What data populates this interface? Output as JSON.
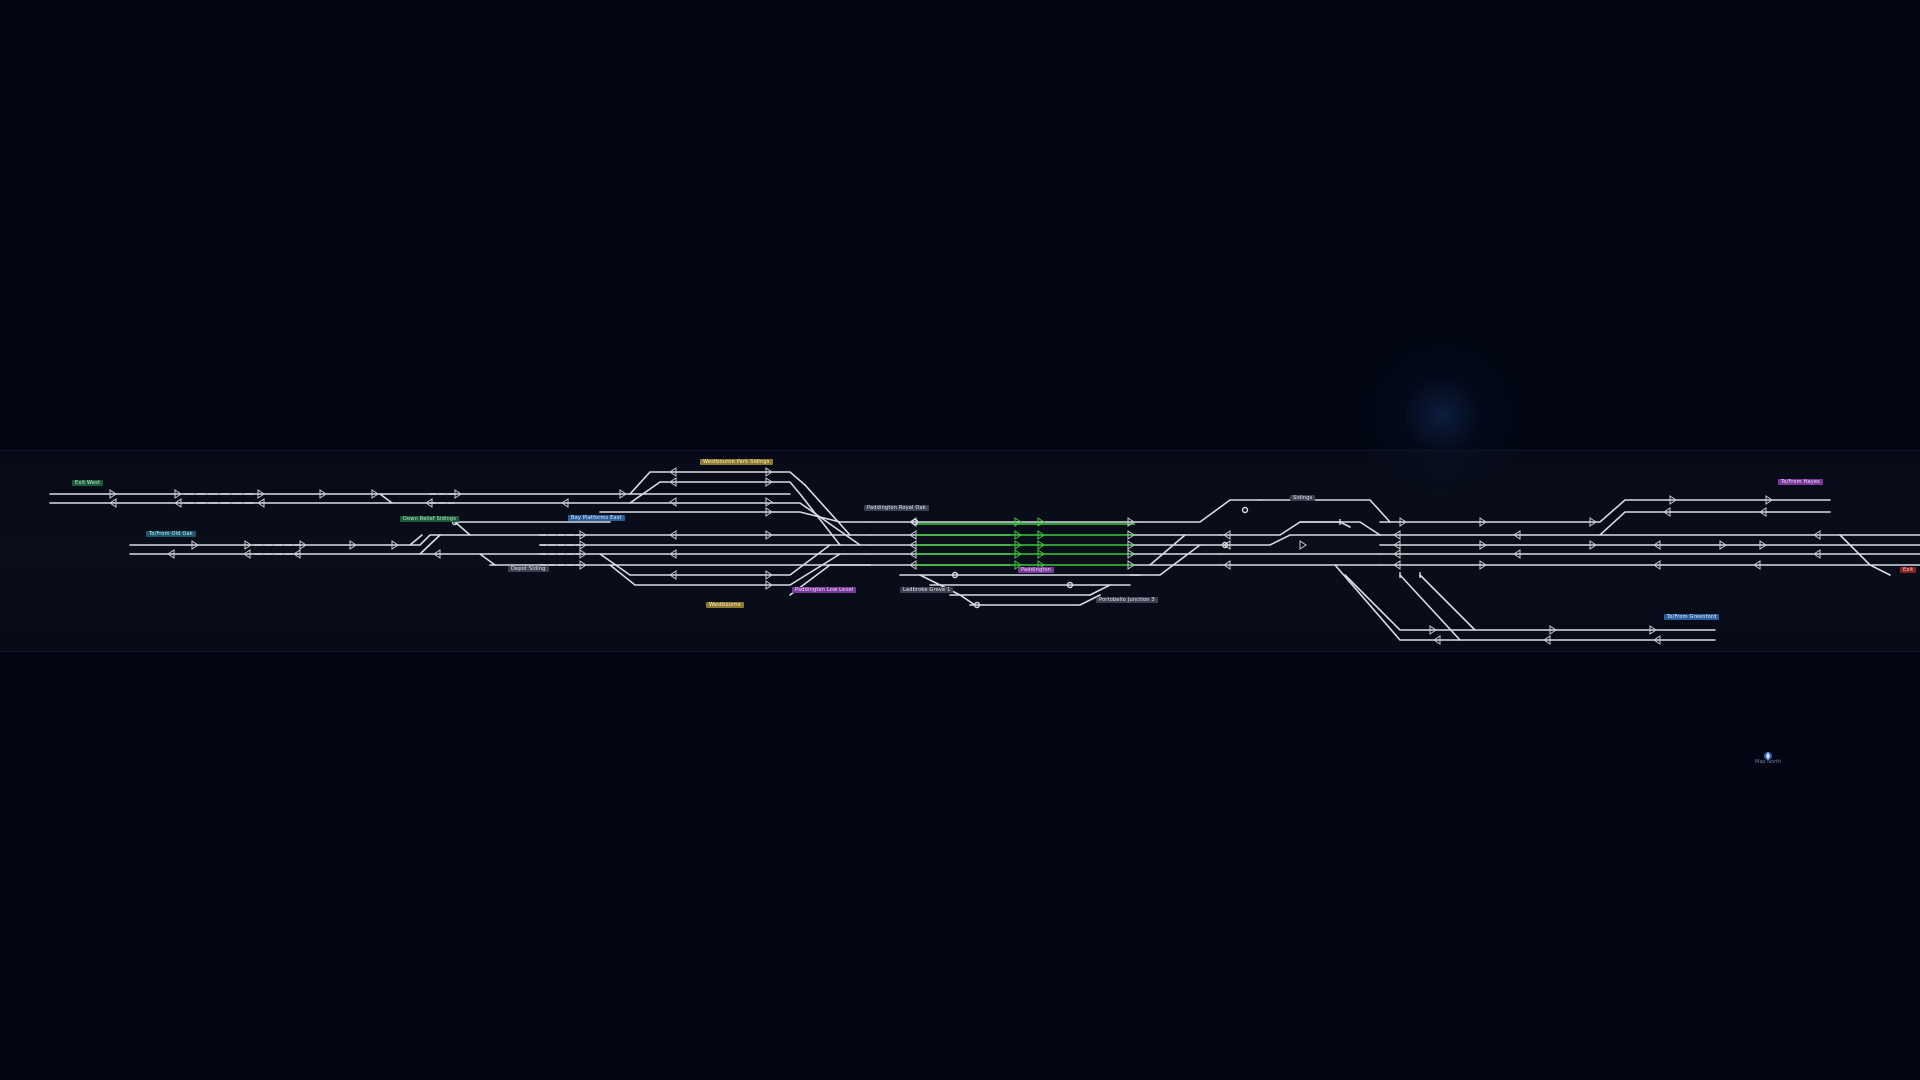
{
  "map": {
    "background": "#020612",
    "track_color": "#d8dce4",
    "set_route_color": "#39c83a",
    "signal_color": "#c8ccd4"
  },
  "labels": {
    "exit_west_top": "Exit West",
    "entry_west": "To/From Old Oak",
    "down_relief_siding": "Down Relief Sidings",
    "bay_platforms": "Bay Platforms East",
    "upper_sidings": "Westbourne Park Sidings",
    "lower_sidings": "Westbourne",
    "depot_west": "Depot Siding",
    "station_north": "Paddington Royal Oak",
    "platform_group": "Paddington Low Level",
    "station_center": "Paddington",
    "junction_south": "Ladbroke Grove 1",
    "junction_east": "Portobello Junction 3",
    "north_east": "Sidings",
    "exit_east_top": "To/From Hayes",
    "branch_east": "To/From Greenford",
    "exit_east_red": "Exit"
  },
  "compass": {
    "label": "Map North",
    "icon": "compass-icon"
  }
}
